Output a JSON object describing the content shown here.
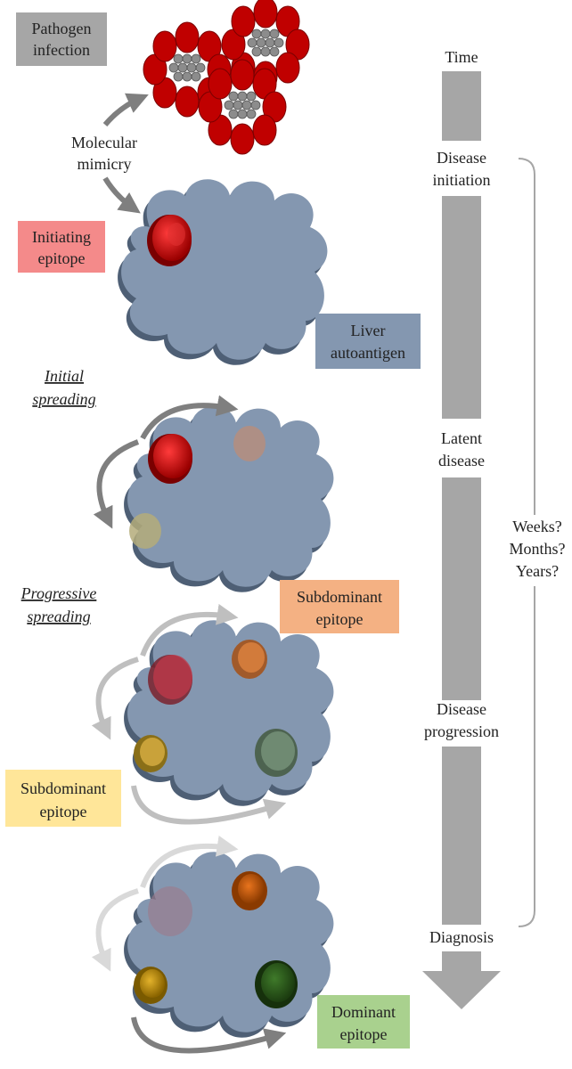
{
  "labels": {
    "pathogen_line1": "Pathogen",
    "pathogen_line2": "infection",
    "mimicry_line1": "Molecular",
    "mimicry_line2": "mimicry",
    "initiating_line1": "Initiating",
    "initiating_line2": "epitope",
    "liver_line1": "Liver",
    "liver_line2": "autoantigen",
    "initial_line1": "Initial",
    "initial_line2": "spreading",
    "progressive_line1": "Progressive",
    "progressive_line2": "spreading",
    "subdominant_top_line1": "Subdominant",
    "subdominant_top_line2": "epitope",
    "subdominant_left_line1": "Subdominant",
    "subdominant_left_line2": "epitope",
    "dominant_line1": "Dominant",
    "dominant_line2": "epitope"
  },
  "timeline": {
    "time": "Time",
    "initiation_line1": "Disease",
    "initiation_line2": "initiation",
    "latent_line1": "Latent",
    "latent_line2": "disease",
    "progression_line1": "Disease",
    "progression_line2": "progression",
    "diagnosis": "Diagnosis",
    "duration_line1": "Weeks?",
    "duration_line2": "Months?",
    "duration_line3": "Years?"
  },
  "colors": {
    "pathogen_box": "#a6a6a6",
    "initiating_box": "#f48a8a",
    "liver_box": "#8497b0",
    "subdominant_top_box": "#f4b183",
    "subdominant_left_box": "#ffe699",
    "dominant_box": "#a9d18e",
    "autoantigen": "#8497b0",
    "autoantigen_shadow": "#4e5f75",
    "timeline_bar": "#a6a6a6",
    "pathogen_red": "#c00000",
    "arrow": "#7f7f7f"
  }
}
